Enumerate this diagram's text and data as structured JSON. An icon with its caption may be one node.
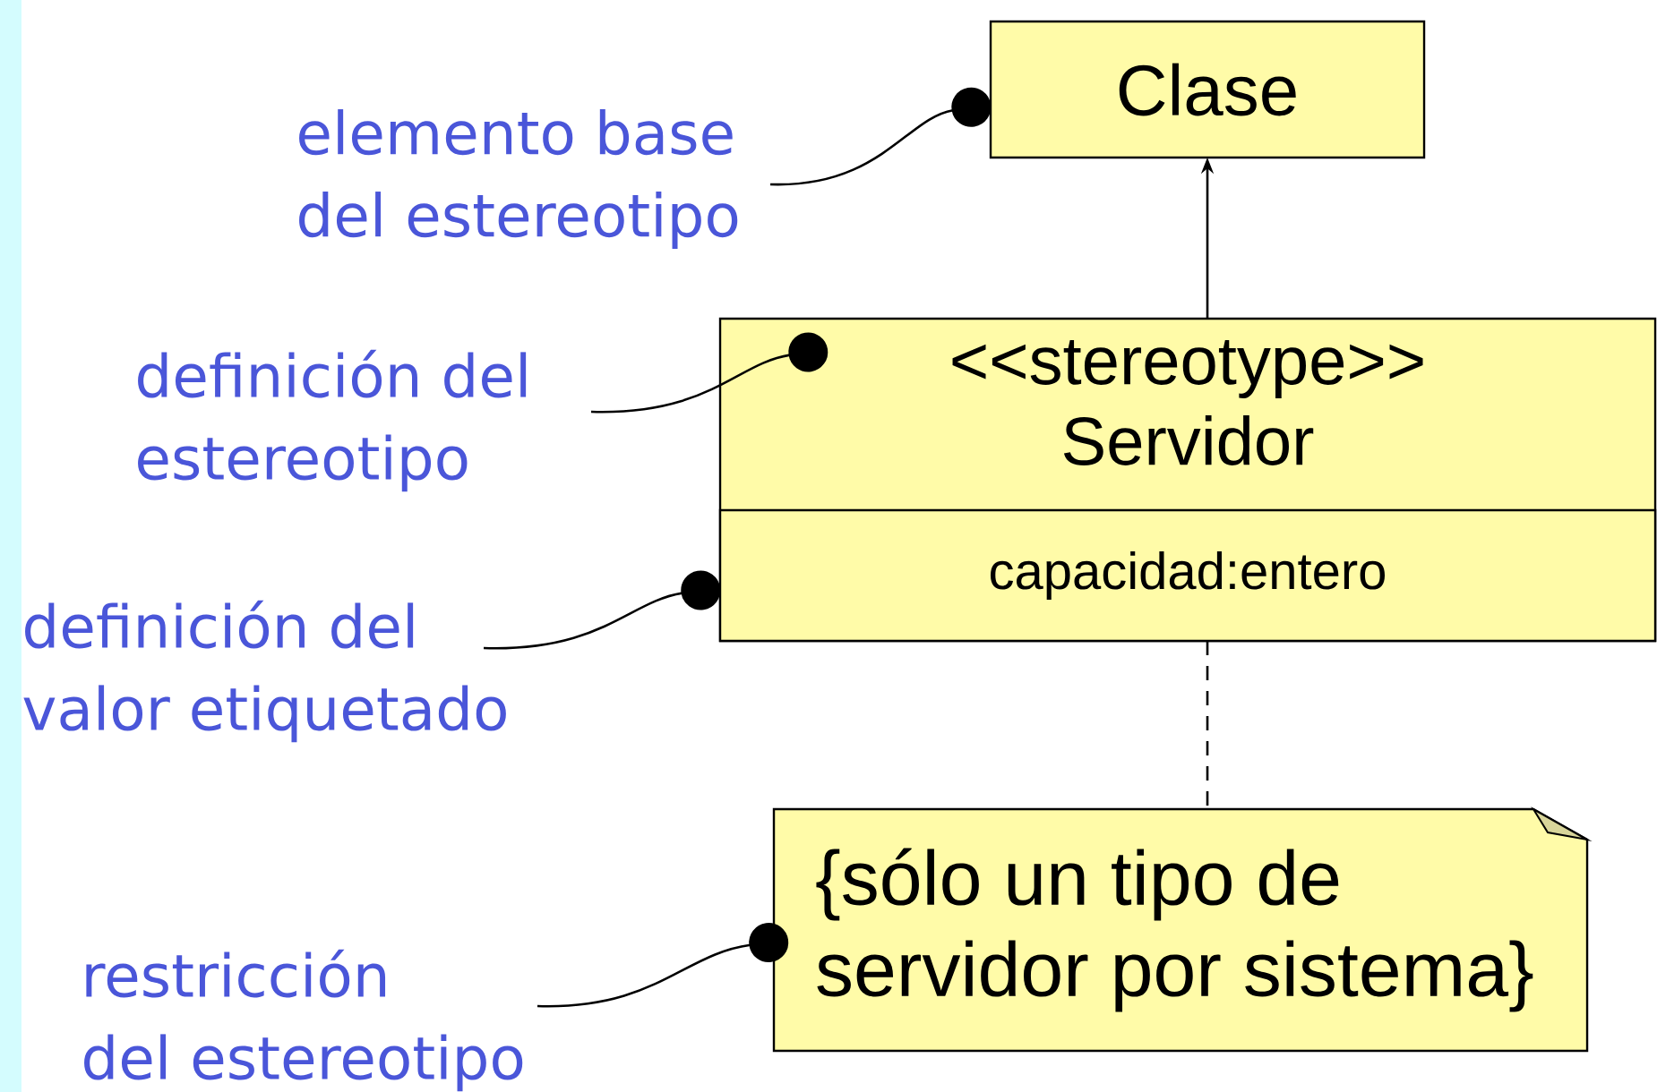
{
  "diagram": {
    "nodes": [
      {
        "text": [
          "Clase"
        ]
      },
      {
        "text": [
          "<<stereotype>> Servidor"
        ]
      },
      {
        "text": [
          "capacidad:entero"
        ],
        "in": 1
      },
      {
        "text": [
          "{sólo un tipo de servidor por sistema}"
        ]
      },
      {
        "text": [
          "elemento base del estereotipo"
        ]
      },
      {
        "text": [
          "definición del estereotipo"
        ]
      },
      {
        "text": [
          "definición del valor etiquetado"
        ]
      },
      {
        "text": [
          "restricción del estereotipo"
        ]
      }
    ],
    "edges": [
      {
        "from": 1,
        "to": 0,
        "arrow": "to"
      },
      {
        "from": 2,
        "to": 3,
        "arrow": "none",
        "style": "dashed"
      },
      {
        "from": 4,
        "to": 0,
        "arrow": "other"
      },
      {
        "from": 5,
        "to": 1,
        "arrow": "other"
      },
      {
        "from": 6,
        "to": 2,
        "arrow": "other"
      },
      {
        "from": 7,
        "to": 3,
        "arrow": "other"
      }
    ]
  }
}
